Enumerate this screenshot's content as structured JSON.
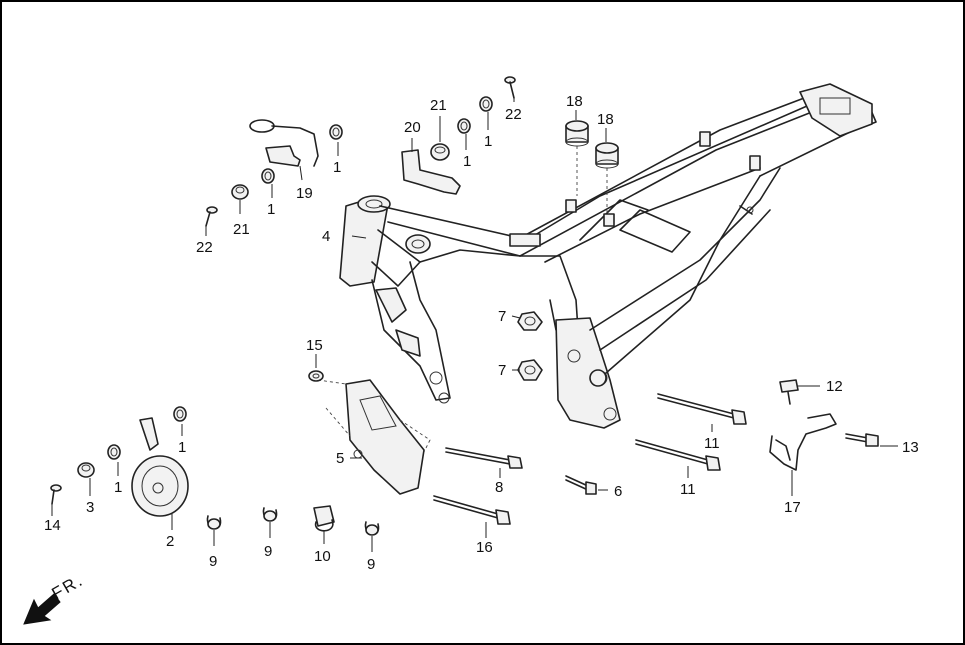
{
  "diagram": {
    "border_color": "#000000",
    "direction_label": "FR.",
    "labels": {
      "p1a": "1",
      "p1b": "1",
      "p1c": "1",
      "p1d": "1",
      "p1e": "1",
      "p1f": "1",
      "p2": "2",
      "p3": "3",
      "p4": "4",
      "p5": "5",
      "p6": "6",
      "p7a": "7",
      "p7b": "7",
      "p8": "8",
      "p9a": "9",
      "p9b": "9",
      "p9c": "9",
      "p10": "10",
      "p11a": "11",
      "p11b": "11",
      "p12": "12",
      "p13": "13",
      "p14": "14",
      "p15": "15",
      "p16": "16",
      "p17": "17",
      "p18a": "18",
      "p18b": "18",
      "p19": "19",
      "p20": "20",
      "p21a": "21",
      "p21b": "21",
      "p22a": "22",
      "p22b": "22"
    }
  }
}
